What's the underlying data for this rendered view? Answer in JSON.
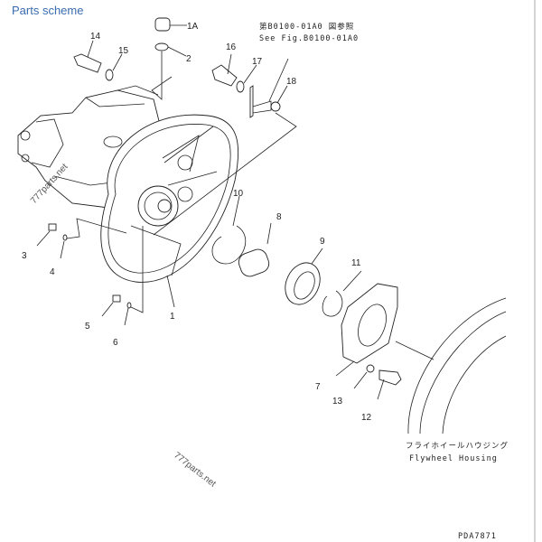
{
  "header": {
    "title": "Parts scheme"
  },
  "diagram": {
    "reference_note": {
      "line1": "第B0100-01A0 図参照",
      "line2": "See Fig.B0100-01A0"
    },
    "flywheel_label": {
      "jp": "フライホイールハウジング",
      "en": "Flywheel Housing"
    },
    "drawing_code": "PDA7871",
    "watermarks": [
      "777parts.net",
      "777parts.net"
    ],
    "callouts": [
      "1A",
      "2",
      "14",
      "15",
      "16",
      "17",
      "18",
      "10",
      "8",
      "9",
      "11",
      "3",
      "4",
      "5",
      "6",
      "1",
      "7",
      "13",
      "12"
    ]
  }
}
